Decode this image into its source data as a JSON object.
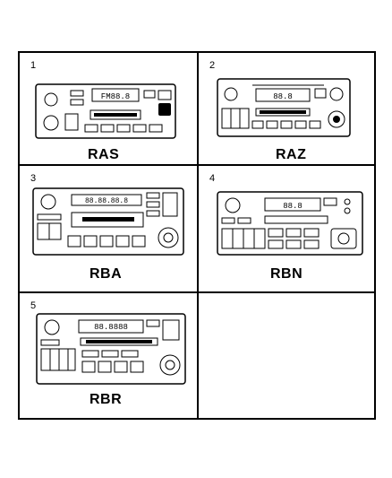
{
  "panels": [
    {
      "number": "1",
      "code": "RAS",
      "display": "FM88.8"
    },
    {
      "number": "2",
      "code": "RAZ",
      "display": "88.8"
    },
    {
      "number": "3",
      "code": "RBA",
      "display": "88.88.88.8"
    },
    {
      "number": "4",
      "code": "RBN",
      "display": "88.8"
    },
    {
      "number": "5",
      "code": "RBR",
      "display": "88.8888"
    },
    {
      "number": "",
      "code": "",
      "display": ""
    }
  ]
}
